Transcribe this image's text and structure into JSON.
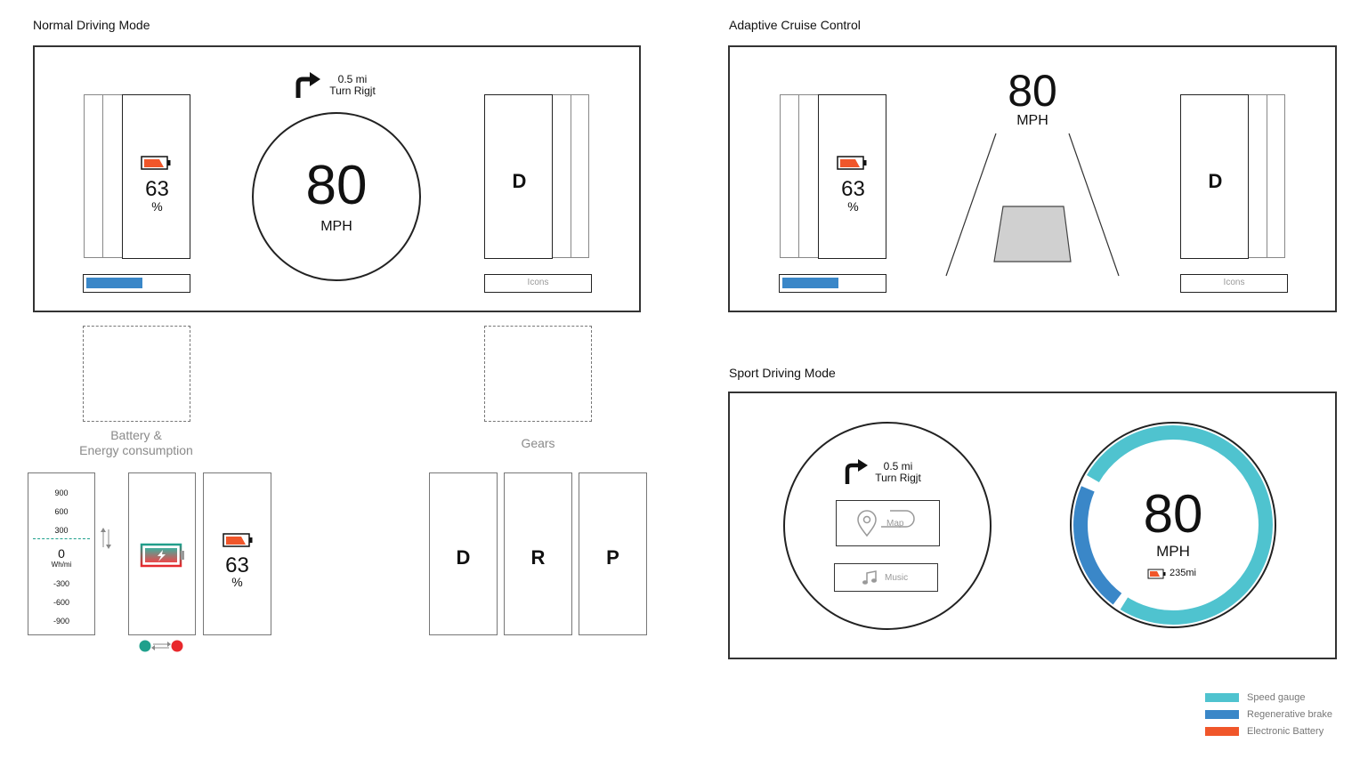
{
  "sections": {
    "normal": "Normal Driving Mode",
    "acc": "Adaptive Cruise Control",
    "sport": "Sport Driving Mode"
  },
  "nav": {
    "distance": "0.5 mi",
    "instruction": "Turn Rigjt"
  },
  "speed": {
    "value": "80",
    "unit": "MPH"
  },
  "battery": {
    "percent": "63",
    "percent_sign": "%",
    "range": "235mi"
  },
  "gear": {
    "current": "D"
  },
  "icons_placeholder": "Icons",
  "captions": {
    "battery": "Battery &\nEnergy consumption",
    "gears": "Gears"
  },
  "energy_scale": {
    "ticks_pos": [
      "900",
      "600",
      "300"
    ],
    "zero": "0",
    "unit": "Wh/mi",
    "ticks_neg": [
      "-300",
      "-600",
      "-900"
    ]
  },
  "gears_options": [
    "D",
    "R",
    "P"
  ],
  "sport_menu": {
    "map": "Map",
    "music": "Music"
  },
  "legend": [
    {
      "label": "Speed gauge",
      "color": "#4fc3cf"
    },
    {
      "label": "Regenerative brake",
      "color": "#3a87c8"
    },
    {
      "label": "Electronic Battery",
      "color": "#f0562a"
    }
  ],
  "colors": {
    "speed_gauge": "#4fc3cf",
    "regen": "#3a87c8",
    "battery": "#f0562a",
    "charge_green": "#1fa08c",
    "charge_red": "#e8282c"
  },
  "energy_bar_fill": 0.55
}
